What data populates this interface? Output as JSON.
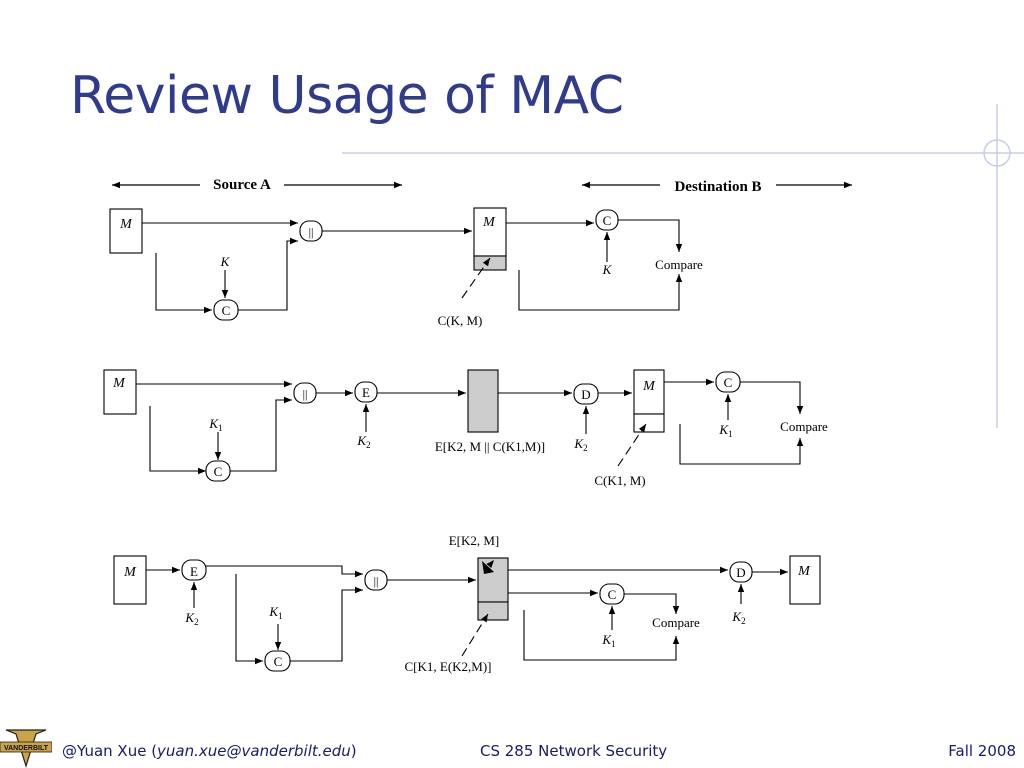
{
  "slide": {
    "title": "Review Usage of MAC",
    "footer": {
      "author_prefix": "@Yuan Xue (",
      "email": "yuan.xue@vanderbilt.edu",
      "author_suffix": ")",
      "course": "CS 285 Network Security",
      "term": "Fall 2008"
    },
    "logo_text": "VANDERBILT"
  },
  "diagram": {
    "source_label": "Source A",
    "destination_label": "Destination B",
    "row1": {
      "msg": "M",
      "concat": "||",
      "mac": "C",
      "key": "K",
      "dest_msg": "M",
      "dest_mac": "C",
      "dest_key": "K",
      "compare": "Compare",
      "annotation": "C(K, M)"
    },
    "row2": {
      "msg": "M",
      "concat": "||",
      "mac": "C",
      "key1": "K",
      "key1_sub": "1",
      "enc": "E",
      "key2": "K",
      "key2_sub": "2",
      "ciphertext": "E[K2, M || C(K1,M)]",
      "dec": "D",
      "dec_key": "K",
      "dec_key_sub": "2",
      "dest_msg": "M",
      "dest_mac": "C",
      "dest_key": "K",
      "dest_key_sub": "1",
      "compare": "Compare",
      "annotation": "C(K1, M)"
    },
    "row3": {
      "msg": "M",
      "enc": "E",
      "key2": "K",
      "key2_sub": "2",
      "mac": "C",
      "key1": "K",
      "key1_sub": "1",
      "concat": "||",
      "annotation_top": "E[K2, M]",
      "dest_mac": "C",
      "dest_key": "K",
      "dest_key_sub": "1",
      "compare": "Compare",
      "dec": "D",
      "dec_key": "K",
      "dec_key_sub": "2",
      "out_msg": "M",
      "annotation": "C[K1, E(K2,M)]"
    }
  }
}
